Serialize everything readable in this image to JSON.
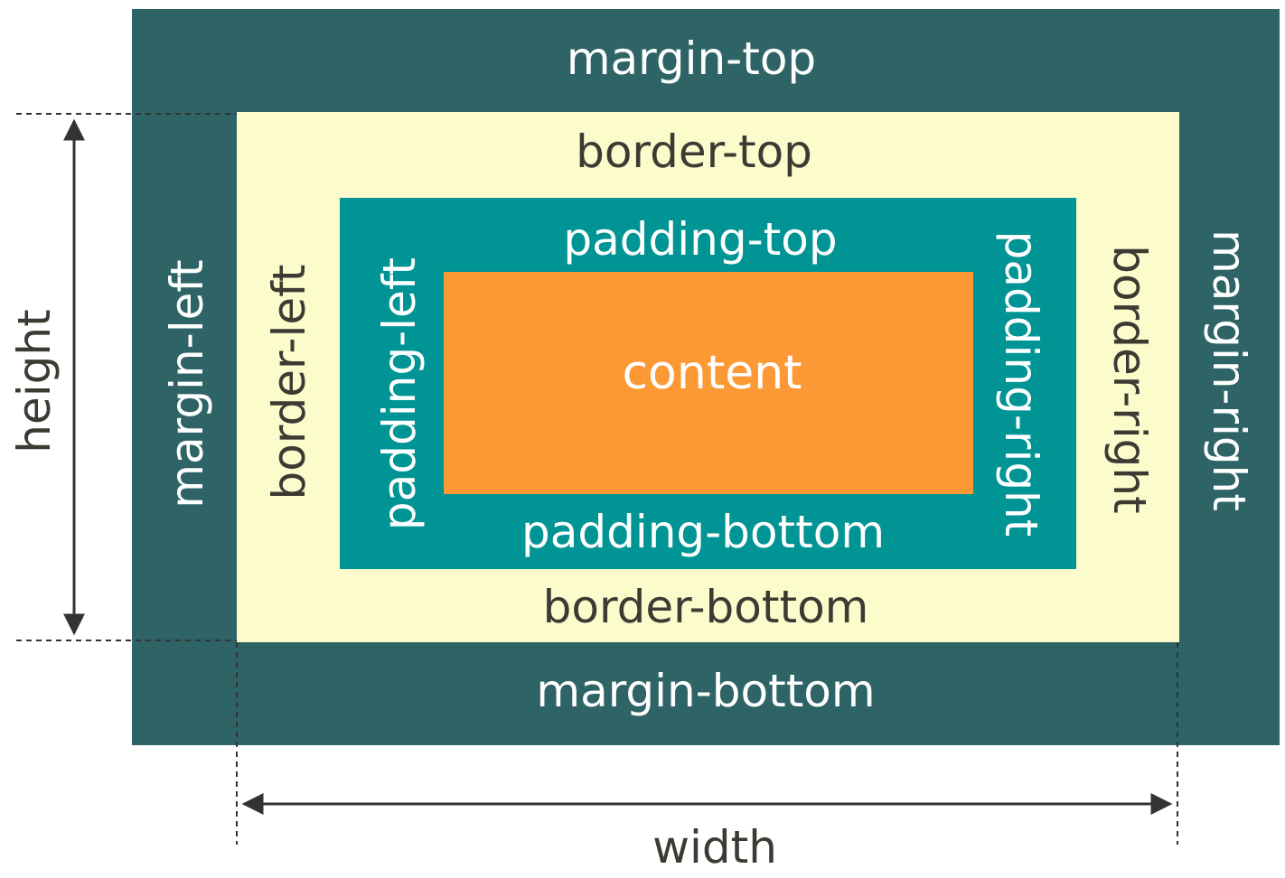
{
  "labels": {
    "margin_top": "margin-top",
    "margin_bottom": "margin-bottom",
    "margin_left": "margin-left",
    "margin_right": "margin-right",
    "border_top": "border-top",
    "border_bottom": "border-bottom",
    "border_left": "border-left",
    "border_right": "border-right",
    "padding_top": "padding-top",
    "padding_bottom": "padding-bottom",
    "padding_left": "padding-left",
    "padding_right": "padding-right",
    "content": "content",
    "height": "height",
    "width": "width"
  },
  "colors": {
    "margin": "#2f6467",
    "border": "#fbfbcb",
    "padding": "#009494",
    "content": "#fc9935",
    "text_light": "#ffffff",
    "text_dark": "#3b3b33",
    "dimension_lines": "#333333"
  }
}
